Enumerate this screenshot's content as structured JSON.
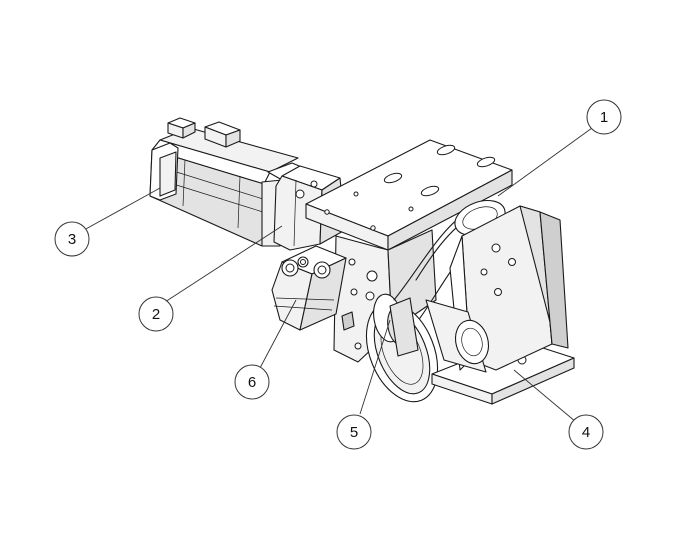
{
  "callouts": [
    {
      "id": "1",
      "label": "1"
    },
    {
      "id": "2",
      "label": "2"
    },
    {
      "id": "3",
      "label": "3"
    },
    {
      "id": "4",
      "label": "4"
    },
    {
      "id": "5",
      "label": "5"
    },
    {
      "id": "6",
      "label": "6"
    }
  ],
  "colors": {
    "line": "#1a1a1a",
    "background": "#ffffff",
    "shade_light": "#f2f2f2",
    "shade_mid": "#e3e3e3",
    "shade_dark": "#cfcfcf"
  }
}
